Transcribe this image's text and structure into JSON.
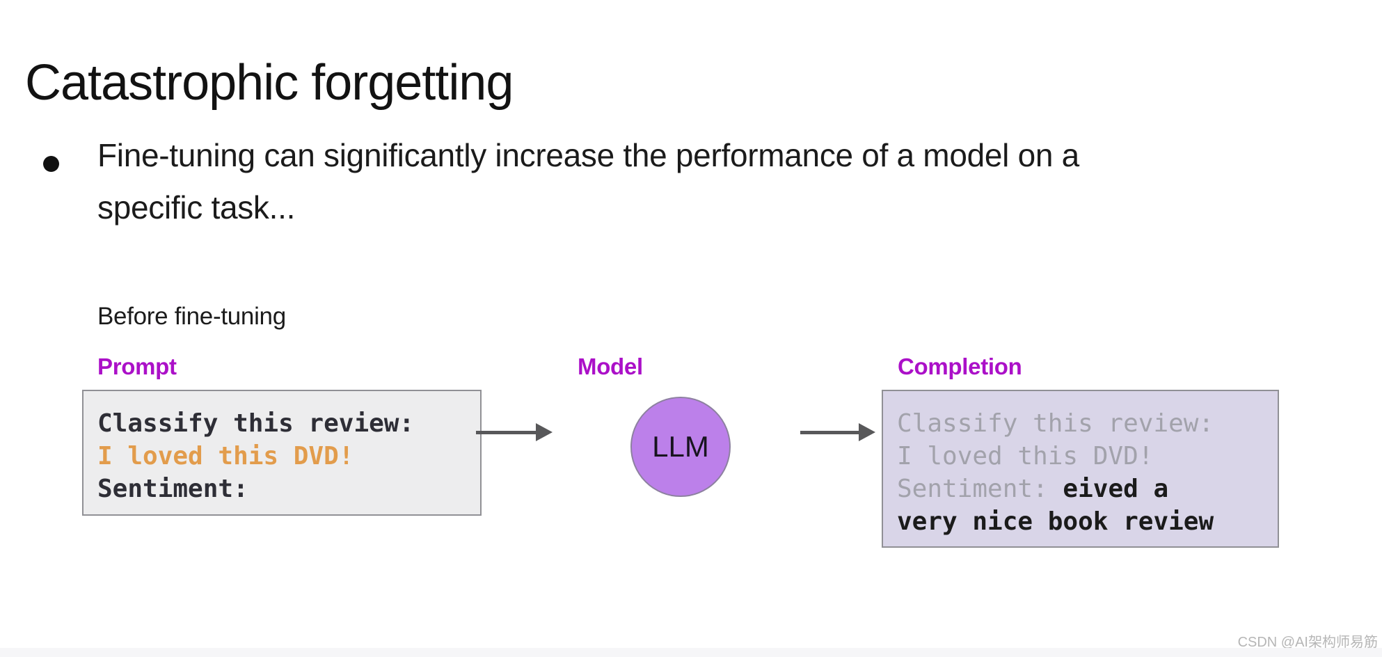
{
  "slide": {
    "title": "Catastrophic forgetting",
    "bullet": {
      "marker_icon": "filled-circle-bullet",
      "line1": "Fine-tuning can significantly increase the performance of a model on a",
      "line2": "specific task..."
    },
    "stage_label": "Before fine-tuning",
    "diagram": {
      "prompt": {
        "label": "Prompt",
        "line1": "Classify this review:",
        "line2": "I loved this DVD!",
        "line3": "Sentiment:"
      },
      "model": {
        "label": "Model",
        "node_text": "LLM"
      },
      "completion": {
        "label": "Completion",
        "line1": "Classify this review:",
        "line2": "I loved this DVD!",
        "line3_echo": "Sentiment: ",
        "line3_generated": "eived a",
        "line4_generated": "very nice book review"
      }
    },
    "watermark": "CSDN @AI架构师易筋",
    "colors": {
      "label_magenta": "#ab10c8",
      "prompt_box_bg": "#ededee",
      "prompt_text_dark": "#2e2e36",
      "prompt_text_orange": "#e29c4c",
      "completion_box_bg": "#d9d5e8",
      "completion_text_gray": "#a2a2ab",
      "completion_text_black": "#1b1b1b",
      "llm_circle_fill": "#bc80ea",
      "arrow_gray": "#58585a"
    }
  }
}
